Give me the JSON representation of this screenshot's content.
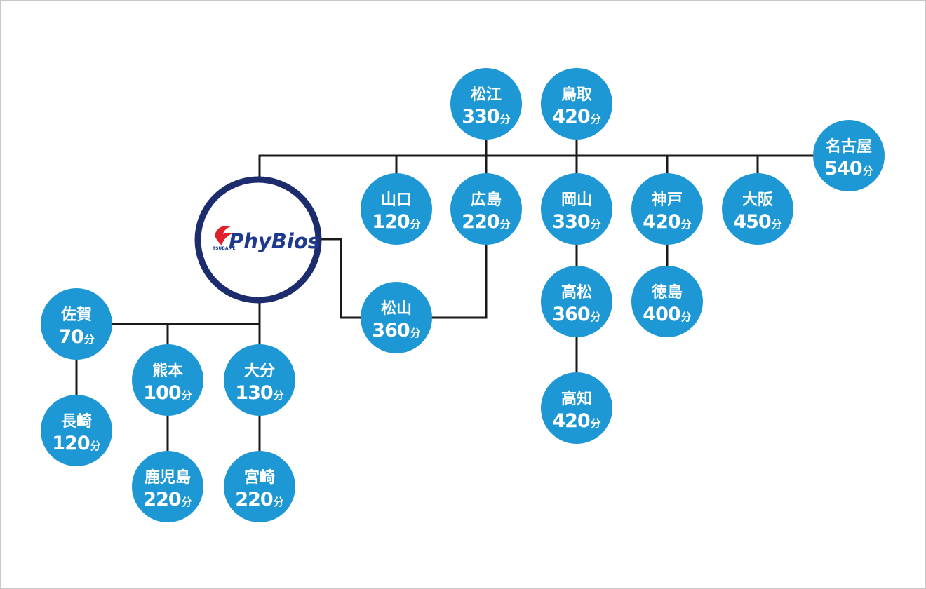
{
  "logo": {
    "text": "PhyBios",
    "small_text": "TSUBAME"
  },
  "colors": {
    "node_fill": "#1e97d5",
    "hub_ring": "#1d2c6c",
    "line": "#1a1a1a",
    "logo_red": "#e2202b"
  },
  "nodes": [
    {
      "id": "matsue",
      "name": "松江",
      "minutes": "330",
      "unit": "分"
    },
    {
      "id": "tottori",
      "name": "鳥取",
      "minutes": "420",
      "unit": "分"
    },
    {
      "id": "nagoya",
      "name": "名古屋",
      "minutes": "540",
      "unit": "分"
    },
    {
      "id": "yamaguchi",
      "name": "山口",
      "minutes": "120",
      "unit": "分"
    },
    {
      "id": "hiroshima",
      "name": "広島",
      "minutes": "220",
      "unit": "分"
    },
    {
      "id": "okayama",
      "name": "岡山",
      "minutes": "330",
      "unit": "分"
    },
    {
      "id": "kobe",
      "name": "神戸",
      "minutes": "420",
      "unit": "分"
    },
    {
      "id": "osaka",
      "name": "大阪",
      "minutes": "450",
      "unit": "分"
    },
    {
      "id": "matsuyama",
      "name": "松山",
      "minutes": "360",
      "unit": "分"
    },
    {
      "id": "takamatsu",
      "name": "高松",
      "minutes": "360",
      "unit": "分"
    },
    {
      "id": "tokushima",
      "name": "徳島",
      "minutes": "400",
      "unit": "分"
    },
    {
      "id": "kochi",
      "name": "高知",
      "minutes": "420",
      "unit": "分"
    },
    {
      "id": "saga",
      "name": "佐賀",
      "minutes": "70",
      "unit": "分"
    },
    {
      "id": "nagasaki",
      "name": "長崎",
      "minutes": "120",
      "unit": "分"
    },
    {
      "id": "kumamoto",
      "name": "熊本",
      "minutes": "100",
      "unit": "分"
    },
    {
      "id": "kagoshima",
      "name": "鹿児島",
      "minutes": "220",
      "unit": "分"
    },
    {
      "id": "oita",
      "name": "大分",
      "minutes": "130",
      "unit": "分"
    },
    {
      "id": "miyazaki",
      "name": "宮崎",
      "minutes": "220",
      "unit": "分"
    }
  ]
}
